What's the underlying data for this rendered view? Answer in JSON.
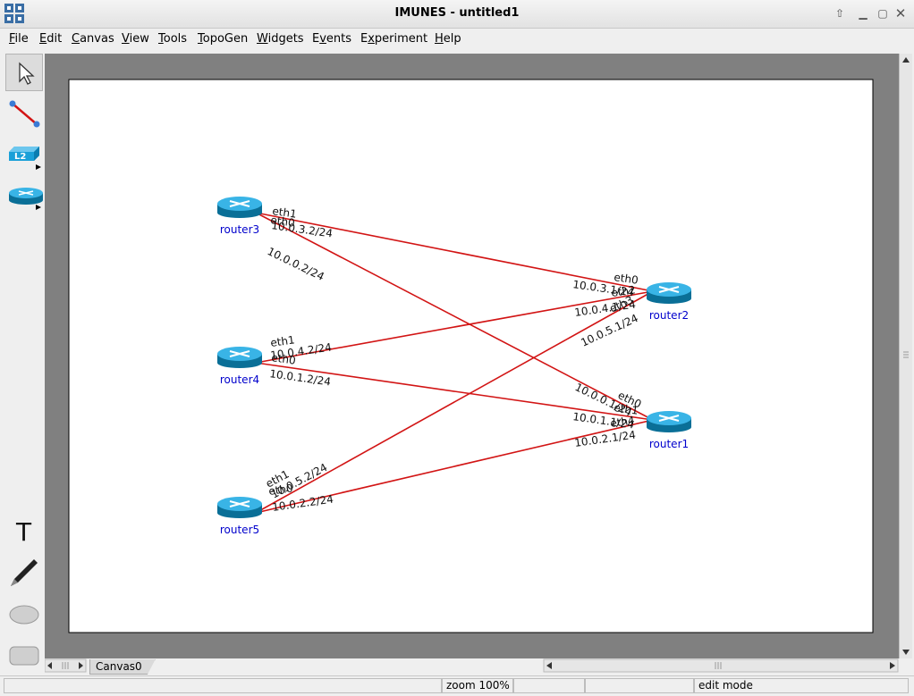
{
  "window": {
    "title": "IMUNES - untitled1"
  },
  "menu": [
    "File",
    "Edit",
    "Canvas",
    "View",
    "Tools",
    "TopoGen",
    "Widgets",
    "Events",
    "Experiment",
    "Help"
  ],
  "menu_underlines": [
    0,
    0,
    0,
    0,
    0,
    0,
    0,
    1,
    1,
    0
  ],
  "tools": [
    "select-tool",
    "link-tool",
    "l2-switch-tool",
    "router-tool",
    "text-tool",
    "freeform-tool",
    "oval-tool",
    "rectangle-tool"
  ],
  "tab_label": "Canvas0",
  "status": {
    "zoom": "zoom 100%",
    "mode": "edit mode"
  },
  "routers": [
    {
      "id": "router1",
      "label": "router1"
    },
    {
      "id": "router2",
      "label": "router2"
    },
    {
      "id": "router3",
      "label": "router3"
    },
    {
      "id": "router4",
      "label": "router4"
    },
    {
      "id": "router5",
      "label": "router5"
    }
  ],
  "link_labels": [
    "eth1",
    "10.0.3.2/24",
    "eth0",
    "10.0.0.2/24",
    "eth0",
    "10.0.3.1/24",
    "eth2",
    "10.0.4.1/24",
    "eth3",
    "10.0.5.1/24",
    "eth1",
    "10.0.4.2/24",
    "eth0",
    "10.0.1.2/24",
    "eth0",
    "10.0.0.1/24",
    "eth1",
    "10.0.1.1/24",
    "eth4",
    "10.0.2.1/24",
    "eth1",
    "10.0.5.2/24",
    "eth0",
    "10.0.2.2/24"
  ],
  "colors": {
    "link": "#d21414",
    "router_label": "#0000cc",
    "canvas_bg": "#ffffff",
    "outer_bg": "#808080"
  }
}
